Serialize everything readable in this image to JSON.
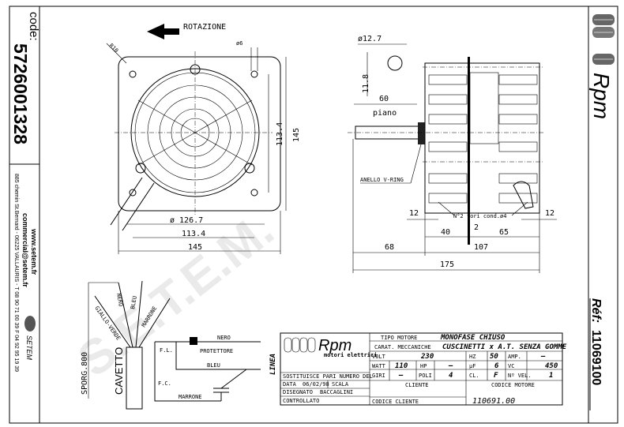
{
  "left_strip": {
    "code_label": "code:",
    "code_value": "5726001328",
    "website": "www.setem.fr",
    "email": "commercial@setem.fr",
    "address": "885 chemin St.Bernard  -  06225 VALLAURIS  -  T 08 90 71 00 39  F 04 92 95 19 39",
    "logo_text": "SETEM"
  },
  "right_strip": {
    "brand": "Rpm",
    "ref_label": "Réf:",
    "ref_value": "11069100"
  },
  "watermark": "S.E.T.E.M.",
  "front_view": {
    "rotation_label": "ROTAZIONE",
    "radius_label": "R10",
    "hole_label": "ø6",
    "dim_vertical_inner": "113.4",
    "dim_vertical_outer": "145",
    "dim_diameter": "ø 126.7",
    "dim_horizontal_inner": "113.4",
    "dim_horizontal_outer": "145"
  },
  "side_view": {
    "shaft_diameter": "ø12.7",
    "shaft_flat": "11.8",
    "shaft_length": "60",
    "shaft_flat_label": "piano",
    "vring_label": "ANELLO V-RING",
    "holes_label": "N°2 fori cond.ø4",
    "dim_12_left": "12",
    "dim_12_right": "12",
    "dim_40": "40",
    "dim_2": "2",
    "dim_65": "65",
    "dim_68": "68",
    "dim_107": "107",
    "dim_175": "175"
  },
  "wiring": {
    "cable_length": "SPORG.800",
    "cable_label": "CAVETTO",
    "wires": [
      "GIALLO-VERDE",
      "NERO",
      "BLEU",
      "MARRONE"
    ],
    "fl": "F.L.",
    "fc": "F.C.",
    "protector": "PROTETTORE",
    "nero": "NERO",
    "bleu": "BLEU",
    "marrone": "MARRONE",
    "linea": "LINEA"
  },
  "title_block": {
    "brand": "Rpm",
    "brand_sub": "motori elettrici",
    "tipo_label": "TIPO MOTORE",
    "tipo_value": "MONOFASE CHIUSO",
    "carat_label": "CARAT. MECCANICHE",
    "carat_value": "CUSCINETTI x A.T. SENZA GOMME",
    "volt_label": "VOLT",
    "volt_value": "230",
    "hz_label": "HZ",
    "hz_value": "50",
    "amp_label": "AMP.",
    "amp_value": "—",
    "watt_label": "WATT",
    "watt_value": "110",
    "hp_label": "HP",
    "hp_value": "—",
    "uf_label": "µF",
    "uf_value": "6",
    "vc_label": "VC",
    "vc_value": "450",
    "giri_label": "GIRI",
    "giri_value": "—",
    "poli_label": "POLI",
    "poli_value": "4",
    "cl_label": "CL.",
    "cl_value": "F",
    "nvel_label": "Nº VEL.",
    "nvel_value": "1",
    "sostituisce": "SOSTITUISCE PARI NUMERO DEL",
    "data_label": "DATA",
    "data_value": "06/02/98",
    "scala_label": "SCALA",
    "disegnato_label": "DISEGNATO",
    "disegnato_value": "BACCAGLINI",
    "controllato_label": "CONTROLLATO",
    "cliente_label": "CLIENTE",
    "codice_cliente_label": "CODICE CLIENTE",
    "codice_motore_label": "CODICE MOTORE",
    "codice_motore_value": "110691.00"
  }
}
